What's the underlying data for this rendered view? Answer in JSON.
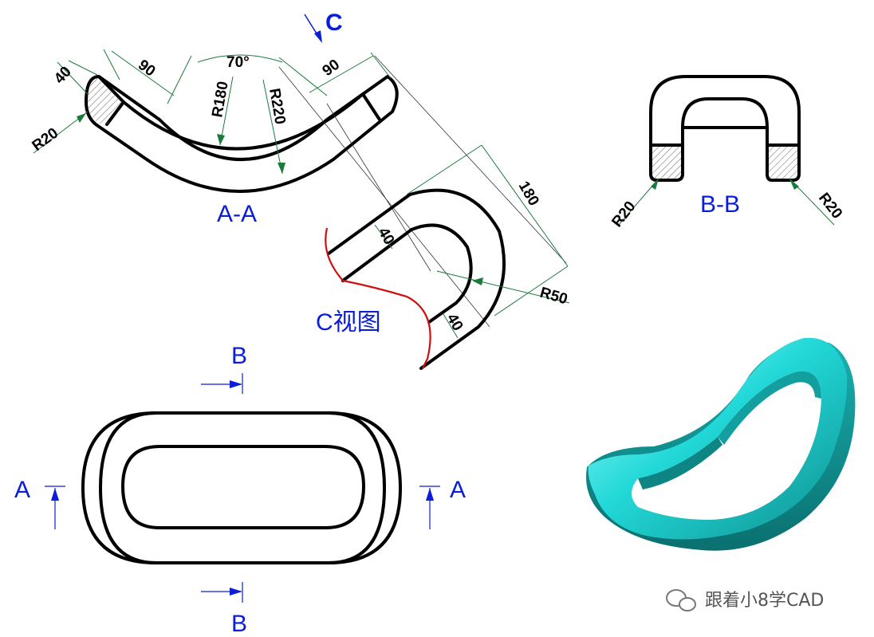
{
  "views": {
    "section_aa": {
      "title": "A-A",
      "dims": {
        "thickness": "40",
        "fillet": "R20",
        "straight_left": "90",
        "angle": "70°",
        "straight_right": "90",
        "inner_radius": "R180",
        "outer_radius": "R220"
      }
    },
    "view_c": {
      "title": "C视图",
      "arrow_label": "C",
      "dims": {
        "width_top": "40",
        "length": "180",
        "bend_radius": "R50",
        "width_bottom": "40"
      }
    },
    "section_bb": {
      "title": "B-B",
      "dims": {
        "fillet_left": "R20",
        "fillet_right": "R20"
      }
    },
    "plan_view": {
      "cut_a_left": "A",
      "cut_a_right": "A",
      "cut_b_top": "B",
      "cut_b_bottom": "B"
    }
  },
  "iso_render": {
    "color": "#22c8c8",
    "shade": "#0f8f8f",
    "highlight": "#a8ffff"
  },
  "watermark": {
    "text": "跟着小8学CAD"
  },
  "colors": {
    "label": "#0a1ed8",
    "dimension": "#1a7a3a",
    "breakline": "#d01010",
    "hatch": "#666666"
  }
}
